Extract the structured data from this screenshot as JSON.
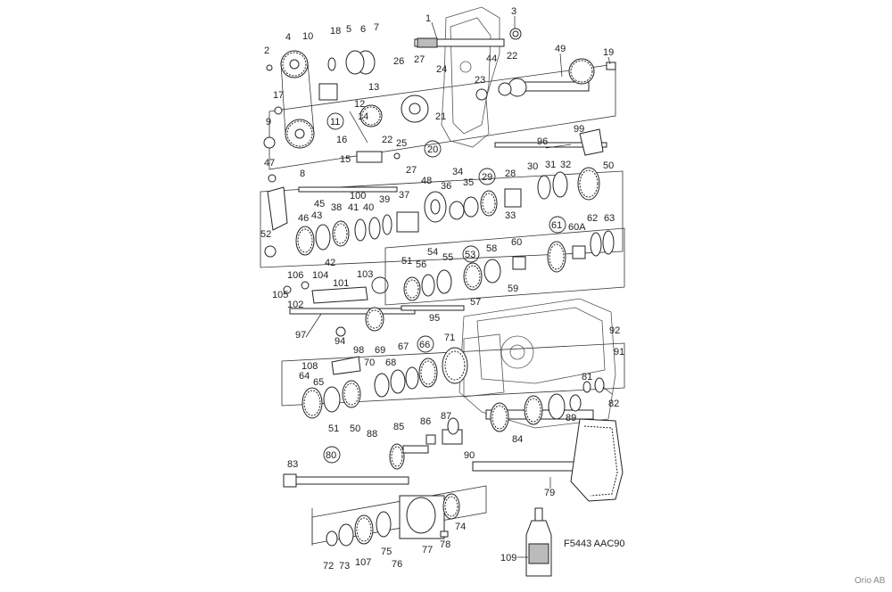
{
  "diagram_code": "F5443 AAC90",
  "credit": "Orio AB",
  "callouts": {
    "c1": "1",
    "c2": "2",
    "c3": "3",
    "c4": "4",
    "c5": "5",
    "c6": "6",
    "c7": "7",
    "c8": "8",
    "c9": "9",
    "c10": "10",
    "c11": "11",
    "c12": "12",
    "c13": "13",
    "c14": "14",
    "c15": "15",
    "c16": "16",
    "c17": "17",
    "c18": "18",
    "c19": "19",
    "c20": "20",
    "c21": "21",
    "c22a": "22",
    "c22b": "22",
    "c23": "23",
    "c24": "24",
    "c25": "25",
    "c26": "26",
    "c27a": "27",
    "c27b": "27",
    "c28": "28",
    "c29": "29",
    "c30": "30",
    "c31": "31",
    "c32": "32",
    "c33": "33",
    "c34": "34",
    "c35": "35",
    "c36": "36",
    "c37": "37",
    "c38": "38",
    "c39": "39",
    "c40": "40",
    "c41": "41",
    "c42": "42",
    "c43": "43",
    "c44": "44",
    "c45": "45",
    "c46": "46",
    "c47": "47",
    "c48": "48",
    "c49": "49",
    "c50a": "50",
    "c50b": "50",
    "c51a": "51",
    "c51b": "51",
    "c52": "52",
    "c53": "53",
    "c54": "54",
    "c55": "55",
    "c56": "56",
    "c57": "57",
    "c58": "58",
    "c59": "59",
    "c60": "60",
    "c60A": "60A",
    "c61": "61",
    "c62": "62",
    "c63": "63",
    "c64": "64",
    "c65": "65",
    "c66": "66",
    "c67": "67",
    "c68": "68",
    "c69": "69",
    "c70": "70",
    "c71": "71",
    "c72": "72",
    "c73": "73",
    "c74": "74",
    "c75": "75",
    "c76": "76",
    "c77": "77",
    "c78": "78",
    "c79": "79",
    "c80": "80",
    "c81": "81",
    "c82": "82",
    "c83": "83",
    "c84": "84",
    "c85": "85",
    "c86": "86",
    "c87": "87",
    "c88": "88",
    "c89": "89",
    "c90": "90",
    "c91": "91",
    "c92": "92",
    "c94": "94",
    "c95": "95",
    "c96": "96",
    "c97": "97",
    "c98": "98",
    "c99": "99",
    "c100": "100",
    "c101": "101",
    "c102": "102",
    "c103": "103",
    "c104": "104",
    "c105": "105",
    "c106": "106",
    "c107": "107",
    "c108": "108",
    "c109": "109"
  }
}
